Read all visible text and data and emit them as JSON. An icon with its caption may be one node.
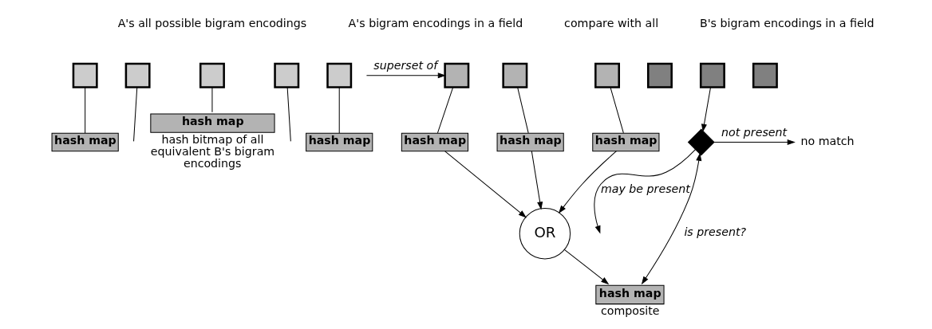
{
  "diagram": {
    "nodes": [
      {
        "text": [],
        "shape": "box"
      },
      {
        "text": [],
        "shape": "box"
      },
      {
        "text": [],
        "shape": "box"
      },
      {
        "text": [],
        "shape": "box"
      },
      {
        "text": [],
        "shape": "box"
      },
      {
        "text": [
          "hash map"
        ]
      },
      {
        "text": [
          "hash map"
        ],
        "beside": [
          "hash bitmap of all equivalent B's bigram encodings"
        ]
      },
      {
        "text": [
          "hash map"
        ]
      },
      {
        "text": [],
        "shape": "box"
      },
      {
        "text": [],
        "shape": "box"
      },
      {
        "text": [],
        "shape": "box"
      },
      {
        "text": [
          "hash map"
        ]
      },
      {
        "text": [
          "hash map"
        ]
      },
      {
        "text": [
          "hash map"
        ]
      },
      {
        "text": [
          "OR"
        ]
      },
      {
        "text": [
          "hash map"
        ],
        "beside": [
          "composite"
        ]
      },
      {
        "text": [],
        "shape": "box"
      },
      {
        "text": [],
        "shape": "box"
      },
      {
        "text": [],
        "shape": "box"
      },
      {
        "text": [],
        "shape": "diamond"
      },
      {
        "text": [
          "no match"
        ]
      }
    ],
    "edges": [
      {
        "from": 0,
        "to": 5,
        "arrow": "none"
      },
      {
        "from": 1,
        "to": null,
        "arrow": "none"
      },
      {
        "from": 2,
        "to": 6,
        "arrow": "none"
      },
      {
        "from": 3,
        "to": null,
        "arrow": "none"
      },
      {
        "from": 4,
        "to": 7,
        "arrow": "none"
      },
      {
        "from": null,
        "to": 8,
        "arrow": "to",
        "label": "superset of"
      },
      {
        "from": 8,
        "to": 11,
        "arrow": "none"
      },
      {
        "from": 9,
        "to": 12,
        "arrow": "none"
      },
      {
        "from": 10,
        "to": 13,
        "arrow": "none"
      },
      {
        "from": 11,
        "to": 14,
        "arrow": "to"
      },
      {
        "from": 12,
        "to": 14,
        "arrow": "to"
      },
      {
        "from": 13,
        "to": 14,
        "arrow": "to"
      },
      {
        "from": 14,
        "to": 15,
        "arrow": "to"
      },
      {
        "from": 17,
        "to": 19,
        "arrow": "to"
      },
      {
        "from": 19,
        "to": 20,
        "arrow": "to",
        "label": "not present"
      },
      {
        "from": 19,
        "to": null,
        "arrow": "to",
        "label": "may be present"
      },
      {
        "from": 15,
        "to": 19,
        "arrow": "both",
        "label": "is present?"
      }
    ],
    "labels": [
      "A's all possible bigram encodings",
      "A's bigram encodings in a field",
      "compare with all",
      "B's bigram encodings in a field"
    ]
  }
}
